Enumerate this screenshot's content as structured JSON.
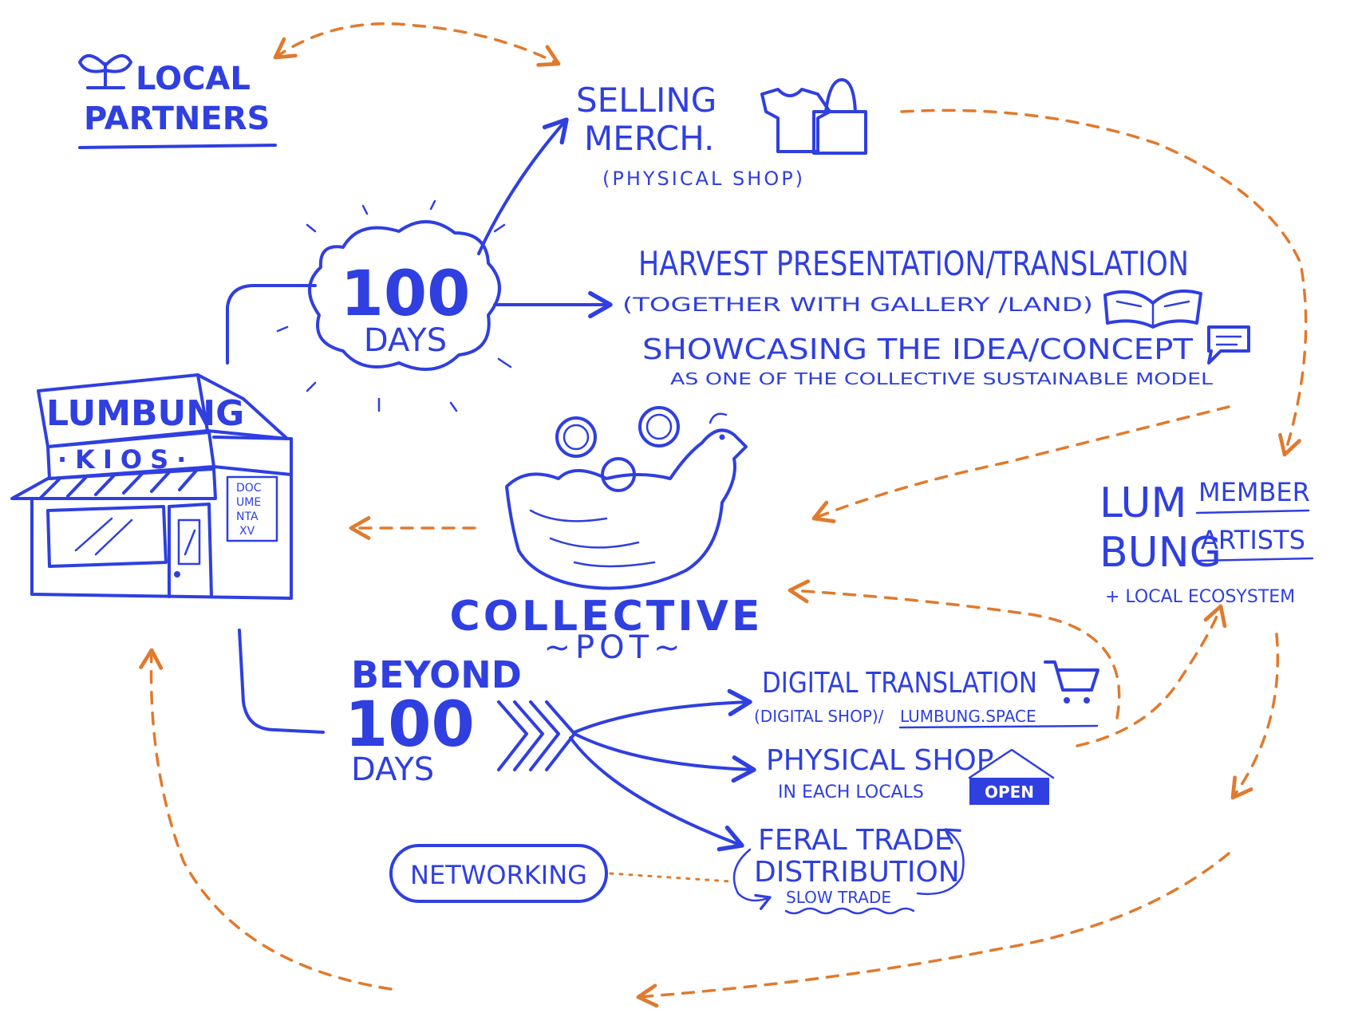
{
  "colors": {
    "ink": "#2f3fe0",
    "dashed": "#e07a2e",
    "background": "#ffffff"
  },
  "local_partners": {
    "line1": "LOCAL",
    "line2": "PARTNERS",
    "icon": "sprout-icon"
  },
  "kiosk": {
    "sign_top": "LUMBUNG",
    "sign_bottom": "·KIOS·",
    "poster": [
      "DOC",
      "UME",
      "NTA",
      "XV"
    ],
    "icon": "kiosk-building-icon"
  },
  "hundred_days": {
    "number": "100",
    "unit": "DAYS"
  },
  "selling": {
    "line1": "SELLING",
    "line2": "MERCH.",
    "note": "(PHYSICAL SHOP)",
    "icons": [
      "tshirt-icon",
      "tote-bag-icon"
    ]
  },
  "harvest": {
    "title": "HARVEST PRESENTATION/TRANSLATION",
    "note": "(TOGETHER WITH GALLERY /LAND)",
    "showcase": "SHOWCASING THE IDEA/CONCEPT",
    "showcase_note": "AS ONE OF THE COLLECTIVE SUSTAINABLE MODEL",
    "icons": [
      "book-icon",
      "speech-bubble-icon"
    ]
  },
  "collective_pot": {
    "line1": "COLLECTIVE",
    "line2": "~POT~",
    "icon": "hen-coins-icon"
  },
  "lumbung_members": {
    "lum": "LUM",
    "bung": "BUNG",
    "member": "MEMBER",
    "artists": "ARTISTS",
    "eco": "+ LOCAL ECOSYSTEM"
  },
  "beyond": {
    "line1": "BEYOND",
    "number": "100",
    "unit": "DAYS"
  },
  "digital": {
    "title": "DIGITAL TRANSLATION",
    "note_a": "(DIGITAL SHOP)/",
    "note_b": "LUMBUNG.SPACE",
    "icon": "cart-icon"
  },
  "physical": {
    "title": "PHYSICAL SHOP",
    "note": "IN EACH LOCALS",
    "sign": "OPEN"
  },
  "feral": {
    "line1": "FERAL TRADE",
    "line2": "DISTRIBUTION",
    "note": "SLOW TRADE"
  },
  "networking": {
    "label": "NETWORKING"
  }
}
